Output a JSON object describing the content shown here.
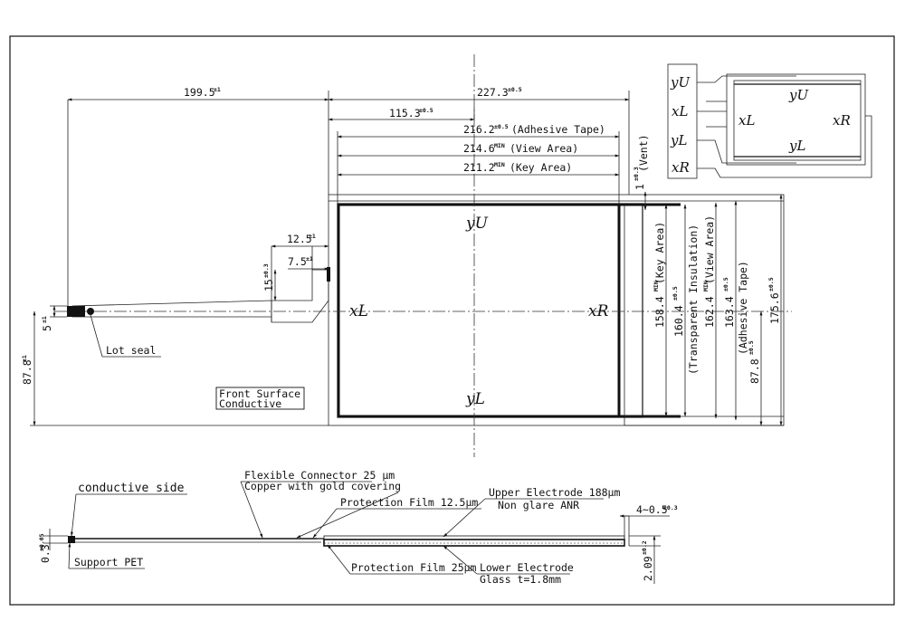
{
  "drawing": {
    "dims": {
      "d199_5": {
        "value": "199.5",
        "tol": "±1"
      },
      "d227_3": {
        "value": "227.3",
        "tol": "±0.5"
      },
      "d115_3": {
        "value": "115.3",
        "tol": "±0.5"
      },
      "d216_2": {
        "value": "216.2",
        "tol": "±0.5",
        "note": "(Adhesive Tape)"
      },
      "d214_6": {
        "value": "214.6",
        "tol": "MIN",
        "note": "(View Area)"
      },
      "d211_2": {
        "value": "211.2",
        "tol": "MIN",
        "note": "(Key Area)"
      },
      "d12_5": {
        "value": "12.5",
        "tol": "±1"
      },
      "d7_5": {
        "value": "7.5",
        "tol": "±1"
      },
      "d15": {
        "value": "15",
        "tol": "±0.3"
      },
      "d5": {
        "value": "5",
        "tol": "±1"
      },
      "d87_8_left": {
        "value": "87.8",
        "tol": "±1"
      },
      "vent": {
        "value": "1",
        "tol": "±0.3",
        "note": "(Vent)"
      },
      "d158_4": {
        "value": "158.4",
        "tol": "MIN",
        "note": "(Key Area)"
      },
      "d160_4": {
        "value": "160.4",
        "tol": "±0.5",
        "note": "(Transparent Insulation)"
      },
      "d162_4": {
        "value": "162.4",
        "tol": "MIN",
        "note": "(View Area)"
      },
      "d163_4": {
        "value": "163.4",
        "tol": "±0.5",
        "note": "(Adhesive Tape)"
      },
      "d87_8_right": {
        "value": "87.8",
        "tol": "±0.5"
      },
      "d175_6": {
        "value": "175.6",
        "tol": "±0.5"
      },
      "d0_3": {
        "value": "0.3",
        "tol": "±0.05"
      },
      "d4": {
        "value": "4~0.5",
        "tol": "±0.3"
      },
      "d2_09": {
        "value": "2.09",
        "tol": "±0.2"
      }
    },
    "electrodes": {
      "yU": "yU",
      "yL": "yL",
      "xL": "xL",
      "xR": "xR"
    },
    "pinout": [
      "yU",
      "xL",
      "yL",
      "xR"
    ],
    "labels": {
      "lot_seal": "Lot seal",
      "front_surface_1": "Front Surface",
      "front_surface_2": "Conductive",
      "conductive_side": "conductive side",
      "flex_conn_1": "Flexible Connector 25 μm",
      "flex_conn_2": "Copper with gold covering",
      "prot_film_top": "Protection Film 12.5μm",
      "upper_electrode_1": "Upper Electrode 188μm",
      "upper_electrode_2": "Non glare  ANR",
      "support_pet": "Support PET",
      "prot_film_bottom": "Protection Film 25μm",
      "lower_electrode_1": "Lower Electrode",
      "lower_electrode_2": "Glass   t=1.8mm"
    }
  }
}
